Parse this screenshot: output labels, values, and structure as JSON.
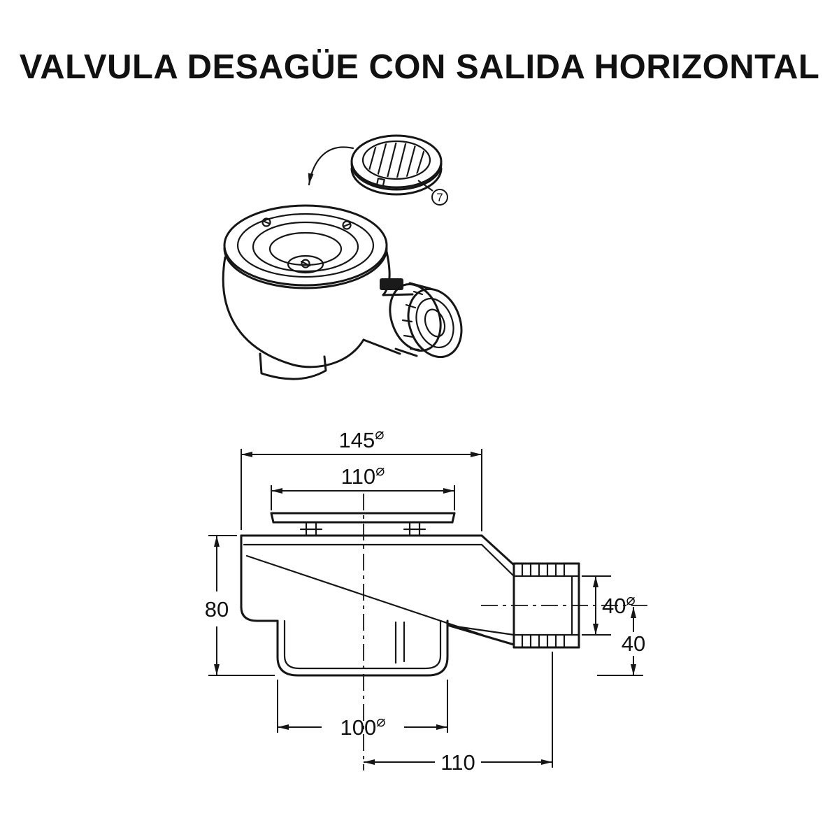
{
  "title": "VALVULA DESAGÜE CON SALIDA HORIZONTAL",
  "callout": {
    "number": "7"
  },
  "dims": {
    "dia": "⌀",
    "overall_width": "145",
    "plate_width": "110",
    "body_height": "80",
    "outlet_bore": "40",
    "drop_height": "40",
    "bowl_width": "100",
    "outlet_reach": "110"
  },
  "colors": {
    "ink": "#161616",
    "background": "#ffffff"
  }
}
